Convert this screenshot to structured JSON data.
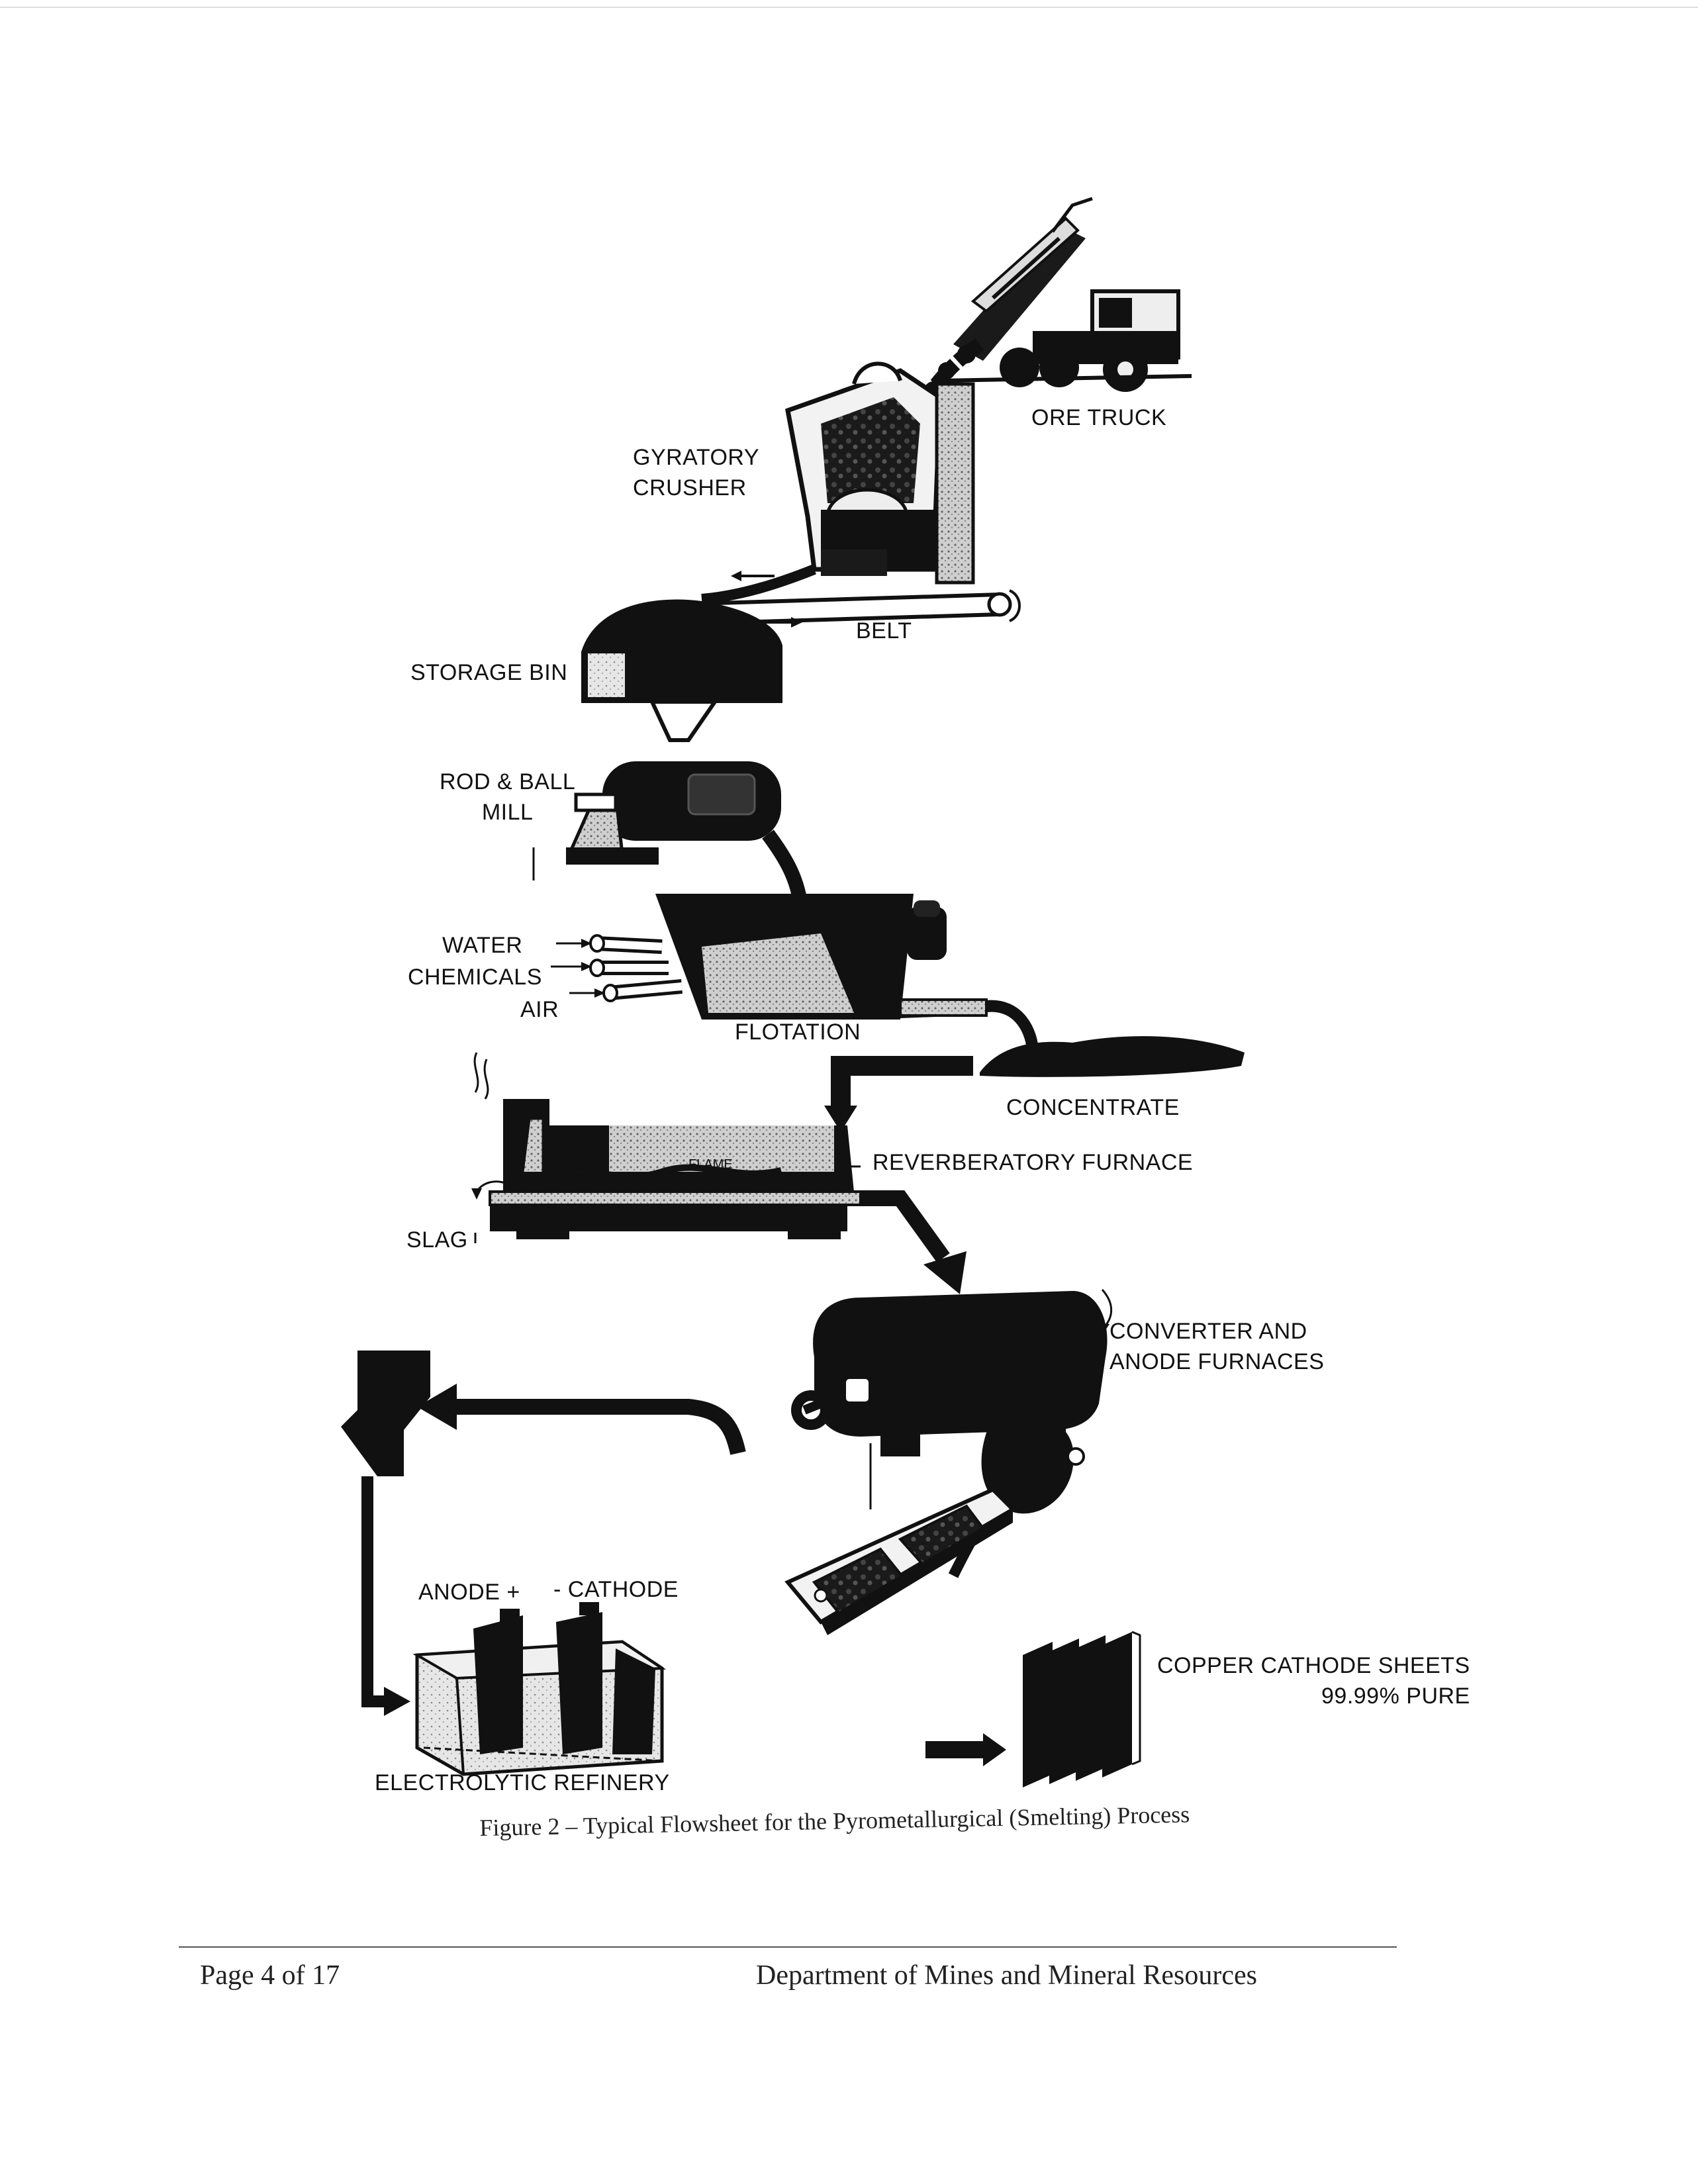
{
  "labels": {
    "ore_truck": "ORE TRUCK",
    "gyratory_crusher": [
      "GYRATORY",
      "CRUSHER"
    ],
    "belt": "BELT",
    "storage_bin": "STORAGE BIN",
    "rod_ball_mill": [
      "ROD & BALL",
      "MILL"
    ],
    "water": "WATER",
    "chemicals": "CHEMICALS",
    "air": "AIR",
    "flotation": "FLOTATION",
    "concentrate": "CONCENTRATE",
    "reverberatory_furnace": "REVERBERATORY FURNACE",
    "flame": "FLAME",
    "slag": "SLAG",
    "converter": [
      "CONVERTER AND",
      "ANODE FURNACES"
    ],
    "anode": "ANODE +",
    "cathode": "- CATHODE",
    "electrolytic_refinery": "ELECTROLYTIC REFINERY",
    "copper_sheets": [
      "COPPER CATHODE SHEETS",
      "99.99% PURE"
    ]
  },
  "caption": "Figure 2 – Typical Flowsheet for the Pyrometallurgical (Smelting) Process",
  "footer": {
    "page": "Page 4 of 17",
    "department": "Department of Mines and Mineral Resources"
  }
}
